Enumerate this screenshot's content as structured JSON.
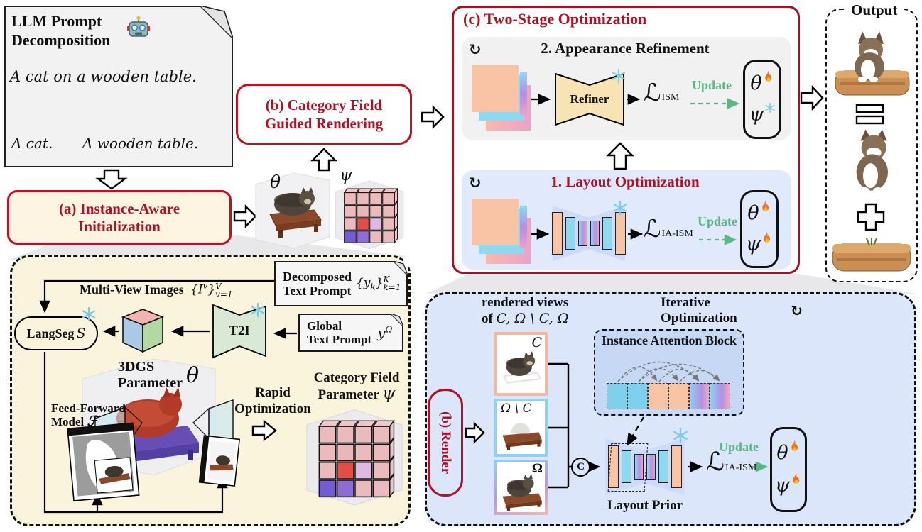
{
  "colors": {
    "accent_red": "#b01225",
    "border_red": "#c01022",
    "dark_red_border": "#9e1426",
    "cream": "#fdf5e1",
    "panel_gray": "#f1f1f1",
    "panel_blue": "#e0eafc",
    "panel_yellow": "#fbf4dc",
    "render_panel_blue": "#dbe6fa",
    "attention_blue": "#c7d8f5",
    "peach": "#f9c3a6",
    "cyan": "#8ed9f2",
    "purple": "#b18fe4",
    "update_green": "#57b884",
    "refiner_tan": "#f8e3b4",
    "t2i_green": "#d9e9d5"
  },
  "llm": {
    "title_l1": "LLM Prompt",
    "title_l2": "Decomposition",
    "prompt": "A cat on a wooden table.",
    "child_a": "A cat.",
    "child_b": "A wooden table."
  },
  "box_a": {
    "l1": "(a) Instance-Aware",
    "l2": "Initialization"
  },
  "box_b": {
    "l1": "(b) Category  Field",
    "l2": "Guided Rendering"
  },
  "mid": {
    "theta": "θ",
    "psi": "ψ"
  },
  "box_c": {
    "title": "(c) Two-Stage Optimization",
    "refine": {
      "loop": "↻",
      "title": "2. Appearance Refinement",
      "refiner": "Refiner",
      "loss_L": "ℒ",
      "loss_sub": "ISM",
      "update": "Update",
      "theta": "θ",
      "psi": "ψ"
    },
    "layout": {
      "loop": "↻",
      "title": "1. Layout Optimization",
      "loss_L": "ℒ",
      "loss_sub": "IA-ISM",
      "update": "Update",
      "theta": "θ",
      "psi": "ψ"
    }
  },
  "output": {
    "title": "Output"
  },
  "init": {
    "mv_label": "Multi-View Images",
    "mv_open": "{I",
    "mv_sup": "v",
    "mv_close": "}",
    "mv_supv": "V",
    "mv_sub": "v=1",
    "langseg": "LangSeg",
    "langseg_s": "S",
    "t2i": "T2I",
    "dec_l1": "Decomposed",
    "dec_l2": "Text Prompt",
    "dec_open": "{y",
    "dec_k": "k",
    "dec_close": "}",
    "dec_sup": "K",
    "dec_sub": "k=1",
    "glob_l1": "Global",
    "glob_l2": "Text Prompt",
    "glob_y": "y",
    "glob_sup": "Ω",
    "gs_l1": "3DGS",
    "gs_l2": "Parameter",
    "gs_theta": "θ",
    "ff_l1": "Feed-Forward",
    "ff_l2": "Model",
    "ff_f": "ℱ",
    "rapid_l1": "Rapid",
    "rapid_l2": "Optimization",
    "cf_l1": "Category Field",
    "cf_l2": "Parameter",
    "cf_psi": "ψ"
  },
  "render": {
    "rv_l1": "rendered views",
    "rv_of": "of",
    "rv_c1": "C",
    "rv_m1": ", Ω \\ ",
    "rv_c2": "C",
    "rv_m2": ", Ω",
    "iterative": "Iterative Optimization",
    "loop": "↻",
    "pill": "(b) Render",
    "img1": "C",
    "img2_pre": "Ω \\ ",
    "img2_c": "C",
    "img3": "Ω",
    "concat": "C",
    "attn_title": "Instance Attention Block",
    "layout_prior": "Layout Prior",
    "loss_L": "ℒ",
    "loss_sub": "IA-ISM",
    "update": "Update",
    "theta": "θ",
    "psi": "ψ"
  }
}
